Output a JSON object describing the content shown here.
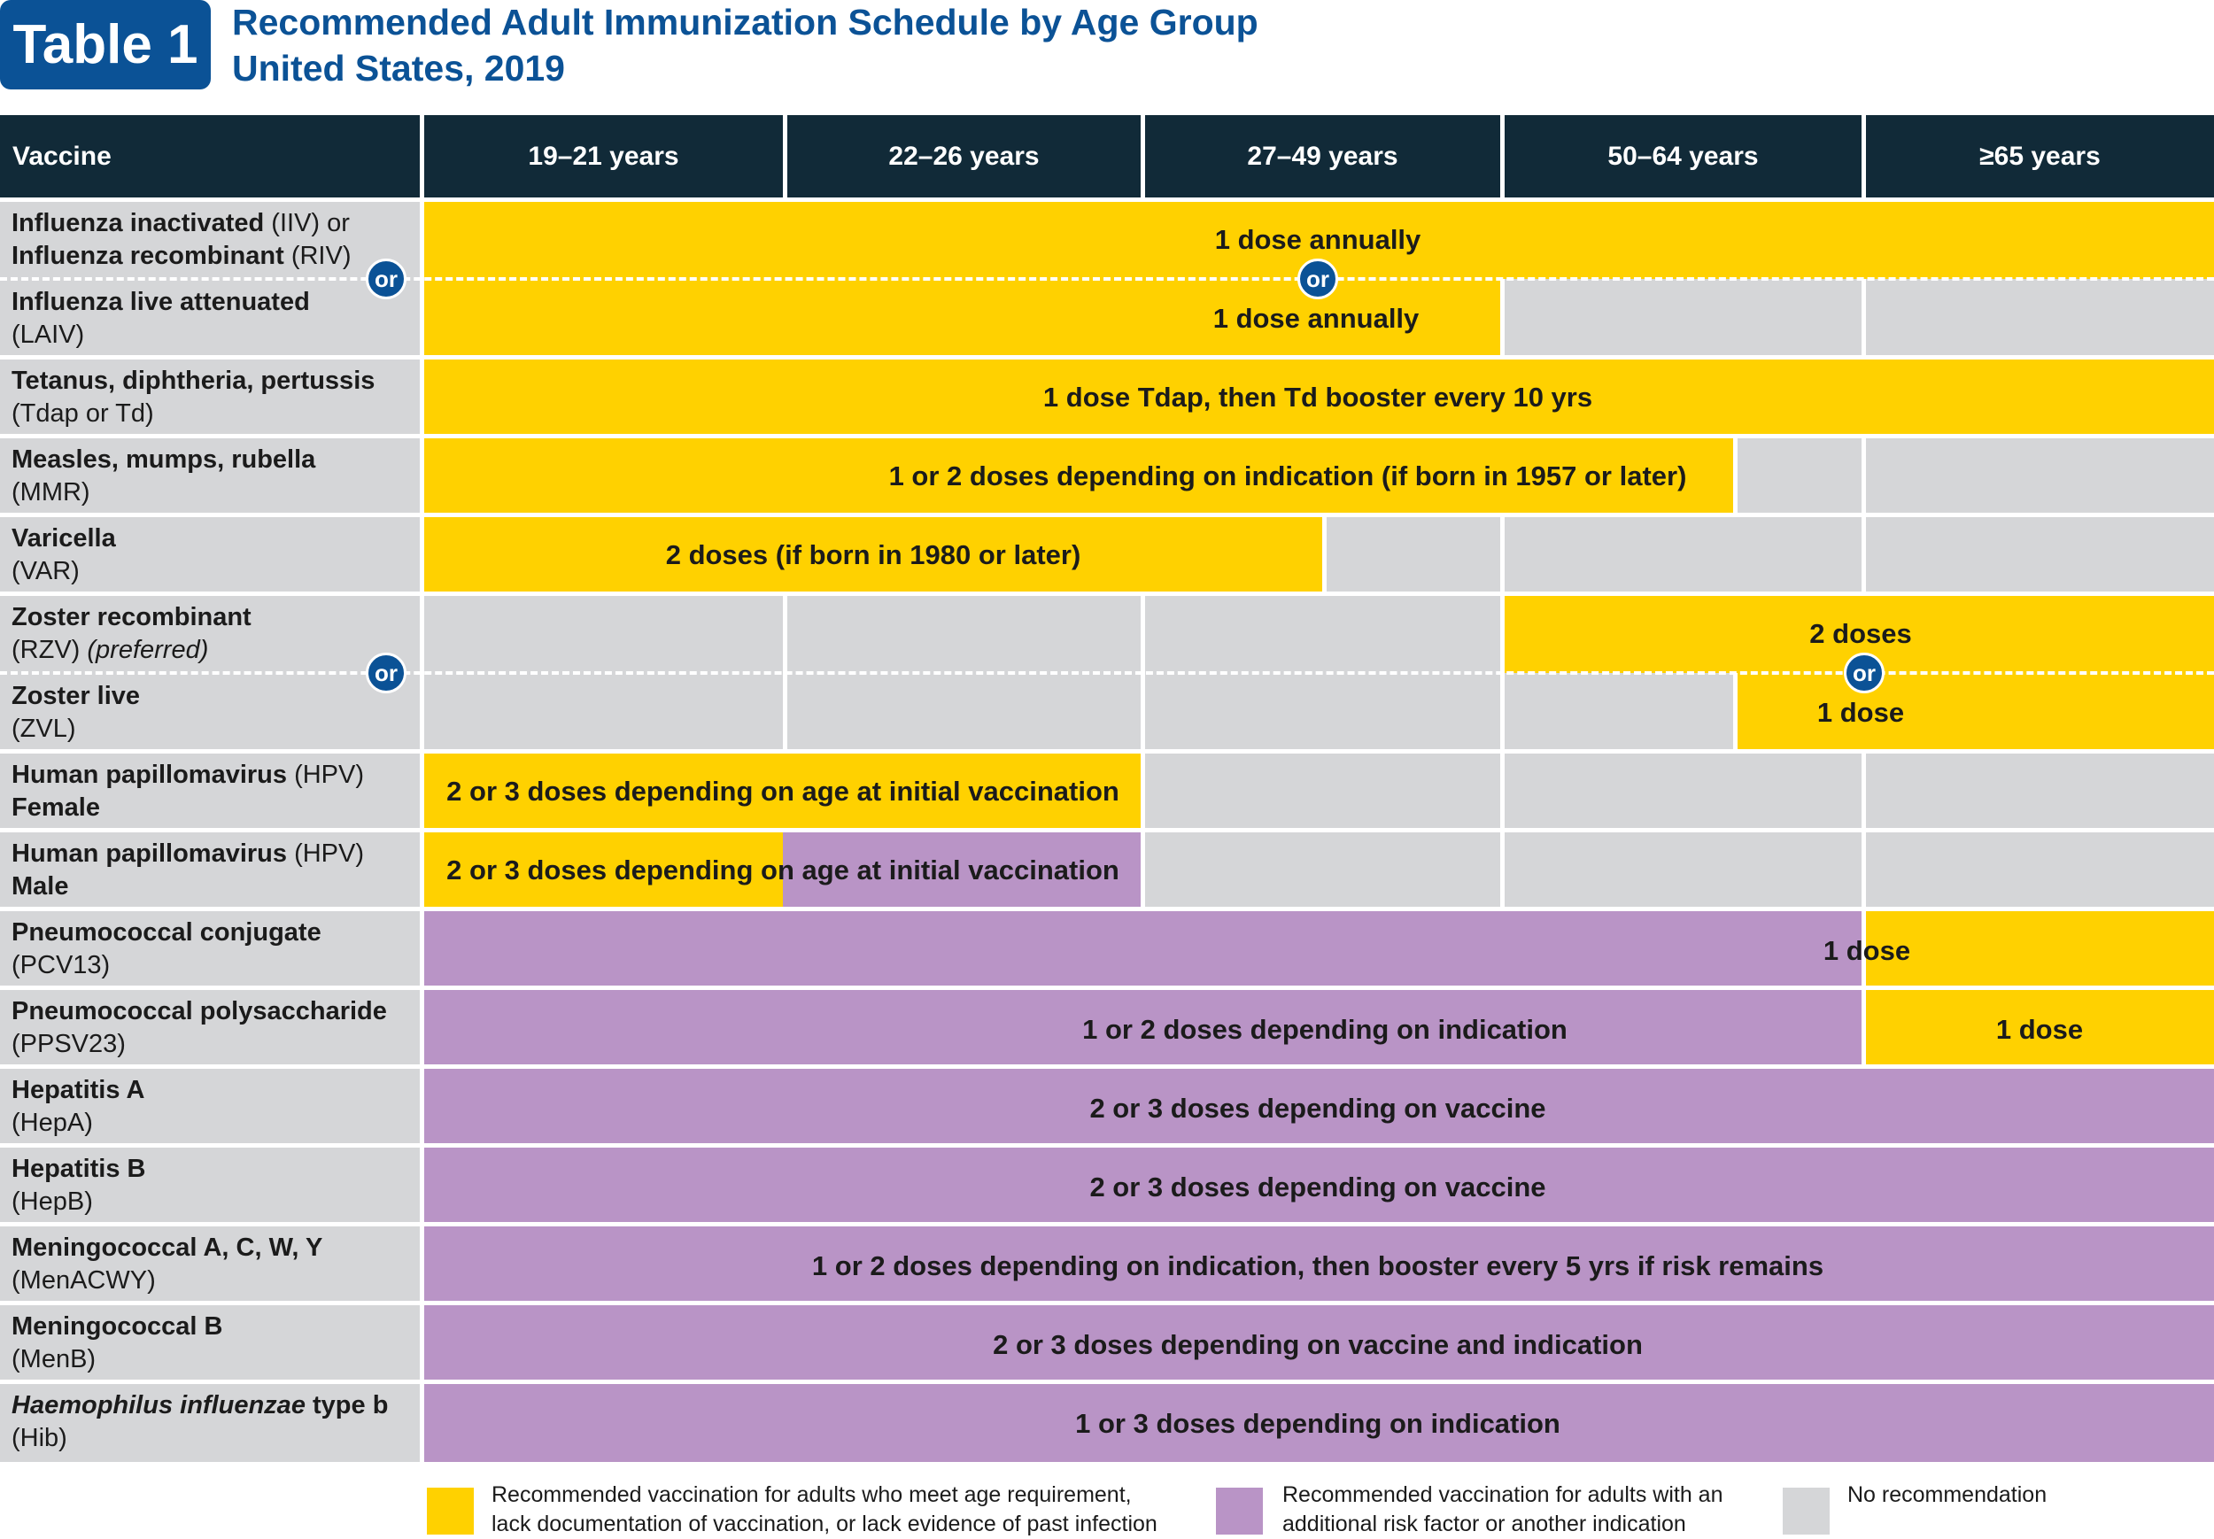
{
  "header": {
    "badge": "Table 1",
    "title_line1": "Recommended Adult Immunization Schedule by Age Group",
    "title_line2": "United States, 2019"
  },
  "columns": {
    "vaccine": "Vaccine",
    "age1": "19–21 years",
    "age2": "22–26 years",
    "age3": "27–49 years",
    "age4": "50–64 years",
    "age5": "≥65 years"
  },
  "vaccines": {
    "influenza_inactivated": {
      "name": "Influenza inactivated",
      "suffix": " (IIV) or"
    },
    "influenza_recombinant": {
      "name": "Influenza recombinant",
      "suffix": " (RIV)"
    },
    "influenza_live": {
      "name": "Influenza live attenuated",
      "abbr": "(LAIV)"
    },
    "tdap": {
      "name": "Tetanus, diphtheria, pertussis",
      "abbr": "(Tdap or Td)"
    },
    "mmr": {
      "name": "Measles, mumps, rubella",
      "abbr": "(MMR)"
    },
    "var": {
      "name": "Varicella",
      "abbr": "(VAR)"
    },
    "rzv": {
      "name": "Zoster recombinant",
      "abbr": "(RZV)",
      "note": "(preferred)"
    },
    "zvl": {
      "name": "Zoster live",
      "abbr": "(ZVL)"
    },
    "hpv_f": {
      "name": "Human papillomavirus",
      "suffix": " (HPV)",
      "sub": "Female"
    },
    "hpv_m": {
      "name": "Human papillomavirus",
      "suffix": " (HPV)",
      "sub": "Male"
    },
    "pcv13": {
      "name": "Pneumococcal conjugate",
      "abbr": "(PCV13)"
    },
    "ppsv23": {
      "name": "Pneumococcal polysaccharide",
      "abbr": "(PPSV23)"
    },
    "hepa": {
      "name": "Hepatitis A",
      "abbr": "(HepA)"
    },
    "hepb": {
      "name": "Hepatitis B",
      "abbr": "(HepB)"
    },
    "menacwy": {
      "name": "Meningococcal A, C, W, Y",
      "abbr": "(MenACWY)"
    },
    "menb": {
      "name": "Meningococcal B",
      "abbr": "(MenB)"
    },
    "hib": {
      "name_italic": "Haemophilus influenzae",
      "name_rest": " type b",
      "abbr": "(Hib)"
    }
  },
  "bars": {
    "influenza_iiv": "1 dose annually",
    "influenza_laiv": "1 dose annually",
    "tdap": "1 dose Tdap, then Td booster every 10 yrs",
    "mmr": "1 or 2 doses depending on indication (if born in 1957 or later)",
    "var": "2 doses (if born in 1980 or later)",
    "rzv": "2 doses",
    "zvl": "1 dose",
    "hpv_f": "2 or 3 doses depending on age at initial vaccination",
    "hpv_m": "2 or 3 doses depending on age at initial vaccination",
    "pcv13": "1 dose",
    "ppsv23_a": "1 or 2 doses depending on indication",
    "ppsv23_b": "1 dose",
    "hepa": "2 or 3 doses depending on vaccine",
    "hepb": "2 or 3 doses depending on vaccine",
    "menacwy": "1 or 2 doses depending on indication, then booster every 5 yrs if risk remains",
    "menb": "2 or 3 doses depending on vaccine and indication",
    "hib": "1 or 3 doses depending on indication"
  },
  "or_label": "or",
  "legend": {
    "yellow_line1": "Recommended vaccination for adults who meet age requirement,",
    "yellow_line2": "lack documentation of vaccination, or lack evidence of past infection",
    "purple_line1": "Recommended vaccination for adults with an",
    "purple_line2": "additional risk factor or another indication",
    "gray": "No recommendation"
  },
  "colors": {
    "yellow": "#ffd100",
    "purple": "#b994c6",
    "gray": "#d5d6d8",
    "header": "#112a38",
    "blue": "#0b5296"
  }
}
